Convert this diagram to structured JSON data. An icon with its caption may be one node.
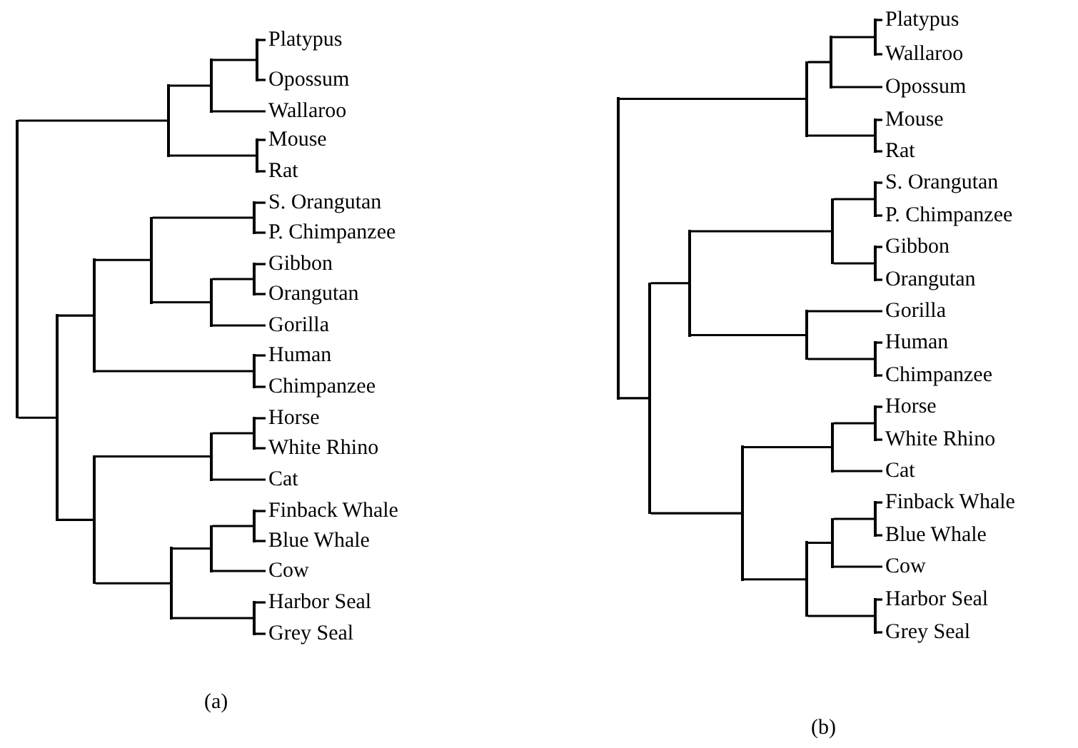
{
  "diagram": {
    "nodes": [
      {
        "text": [],
        "shape": "bar"
      },
      {
        "text": [],
        "shape": "bar"
      },
      {
        "text": [],
        "shape": "bar"
      },
      {
        "text": [],
        "shape": "bar"
      },
      {
        "text": [
          "Platypus"
        ]
      },
      {
        "text": [
          "Opossum"
        ]
      },
      {
        "text": [
          "Wallaroo"
        ]
      },
      {
        "text": [],
        "shape": "bar"
      },
      {
        "text": [
          "Mouse"
        ]
      },
      {
        "text": [
          "Rat"
        ]
      },
      {
        "text": [],
        "shape": "bar"
      },
      {
        "text": [],
        "shape": "bar"
      },
      {
        "text": [],
        "shape": "bar"
      },
      {
        "text": [],
        "shape": "bar"
      },
      {
        "text": [
          "S. Orangutan"
        ]
      },
      {
        "text": [
          "P. Chimpanzee"
        ]
      },
      {
        "text": [],
        "shape": "bar"
      },
      {
        "text": [],
        "shape": "bar"
      },
      {
        "text": [
          "Gibbon"
        ]
      },
      {
        "text": [
          "Orangutan"
        ]
      },
      {
        "text": [
          "Gorilla"
        ]
      },
      {
        "text": [],
        "shape": "bar"
      },
      {
        "text": [
          "Human"
        ]
      },
      {
        "text": [
          "Chimpanzee"
        ]
      },
      {
        "text": [],
        "shape": "bar"
      },
      {
        "text": [],
        "shape": "bar"
      },
      {
        "text": [],
        "shape": "bar"
      },
      {
        "text": [
          "Horse"
        ]
      },
      {
        "text": [
          "White Rhino"
        ]
      },
      {
        "text": [
          "Cat"
        ]
      },
      {
        "text": [],
        "shape": "bar"
      },
      {
        "text": [],
        "shape": "bar"
      },
      {
        "text": [],
        "shape": "bar"
      },
      {
        "text": [
          "Finback Whale"
        ]
      },
      {
        "text": [
          "Blue Whale"
        ]
      },
      {
        "text": [
          "Cow"
        ]
      },
      {
        "text": [],
        "shape": "bar"
      },
      {
        "text": [
          "Harbor Seal"
        ]
      },
      {
        "text": [
          "Grey Seal"
        ]
      },
      {
        "text": [],
        "shape": "bar"
      },
      {
        "text": [],
        "shape": "bar"
      },
      {
        "text": [],
        "shape": "bar"
      },
      {
        "text": [],
        "shape": "bar"
      },
      {
        "text": [
          "Platypus"
        ]
      },
      {
        "text": [
          "Wallaroo"
        ]
      },
      {
        "text": [
          "Opossum"
        ]
      },
      {
        "text": [],
        "shape": "bar"
      },
      {
        "text": [
          "Mouse"
        ]
      },
      {
        "text": [
          "Rat"
        ]
      },
      {
        "text": [],
        "shape": "bar"
      },
      {
        "text": [],
        "shape": "bar"
      },
      {
        "text": [],
        "shape": "bar"
      },
      {
        "text": [],
        "shape": "bar"
      },
      {
        "text": [
          "S. Orangutan"
        ]
      },
      {
        "text": [
          "P. Chimpanzee"
        ]
      },
      {
        "text": [],
        "shape": "bar"
      },
      {
        "text": [
          "Gibbon"
        ]
      },
      {
        "text": [
          "Orangutan"
        ]
      },
      {
        "text": [],
        "shape": "bar"
      },
      {
        "text": [
          "Gorilla"
        ]
      },
      {
        "text": [],
        "shape": "bar"
      },
      {
        "text": [
          "Human"
        ]
      },
      {
        "text": [
          "Chimpanzee"
        ]
      },
      {
        "text": [],
        "shape": "bar"
      },
      {
        "text": [],
        "shape": "bar"
      },
      {
        "text": [],
        "shape": "bar"
      },
      {
        "text": [
          "Horse"
        ]
      },
      {
        "text": [
          "White Rhino"
        ]
      },
      {
        "text": [
          "Cat"
        ]
      },
      {
        "text": [],
        "shape": "bar"
      },
      {
        "text": [],
        "shape": "bar"
      },
      {
        "text": [],
        "shape": "bar"
      },
      {
        "text": [
          "Finback Whale"
        ]
      },
      {
        "text": [
          "Blue Whale"
        ]
      },
      {
        "text": [
          "Cow"
        ]
      },
      {
        "text": [],
        "shape": "bar"
      },
      {
        "text": [
          "Harbor Seal"
        ]
      },
      {
        "text": [
          "Grey Seal"
        ]
      }
    ],
    "edges": [
      {
        "from": 0,
        "to": 1,
        "arrow": "none"
      },
      {
        "from": 0,
        "to": 10,
        "arrow": "none"
      },
      {
        "from": 1,
        "to": 2,
        "arrow": "none"
      },
      {
        "from": 1,
        "to": 7,
        "arrow": "none"
      },
      {
        "from": 2,
        "to": 3,
        "arrow": "none"
      },
      {
        "from": 2,
        "to": 6,
        "arrow": "none"
      },
      {
        "from": 3,
        "to": 4,
        "arrow": "none"
      },
      {
        "from": 3,
        "to": 5,
        "arrow": "none"
      },
      {
        "from": 7,
        "to": 8,
        "arrow": "none"
      },
      {
        "from": 7,
        "to": 9,
        "arrow": "none"
      },
      {
        "from": 10,
        "to": 11,
        "arrow": "none"
      },
      {
        "from": 10,
        "to": 24,
        "arrow": "none"
      },
      {
        "from": 11,
        "to": 12,
        "arrow": "none"
      },
      {
        "from": 11,
        "to": 21,
        "arrow": "none"
      },
      {
        "from": 12,
        "to": 13,
        "arrow": "none"
      },
      {
        "from": 12,
        "to": 16,
        "arrow": "none"
      },
      {
        "from": 13,
        "to": 14,
        "arrow": "none"
      },
      {
        "from": 13,
        "to": 15,
        "arrow": "none"
      },
      {
        "from": 16,
        "to": 17,
        "arrow": "none"
      },
      {
        "from": 16,
        "to": 20,
        "arrow": "none"
      },
      {
        "from": 17,
        "to": 18,
        "arrow": "none"
      },
      {
        "from": 17,
        "to": 19,
        "arrow": "none"
      },
      {
        "from": 21,
        "to": 22,
        "arrow": "none"
      },
      {
        "from": 21,
        "to": 23,
        "arrow": "none"
      },
      {
        "from": 24,
        "to": 25,
        "arrow": "none"
      },
      {
        "from": 24,
        "to": 30,
        "arrow": "none"
      },
      {
        "from": 25,
        "to": 26,
        "arrow": "none"
      },
      {
        "from": 25,
        "to": 29,
        "arrow": "none"
      },
      {
        "from": 26,
        "to": 27,
        "arrow": "none"
      },
      {
        "from": 26,
        "to": 28,
        "arrow": "none"
      },
      {
        "from": 30,
        "to": 31,
        "arrow": "none"
      },
      {
        "from": 30,
        "to": 36,
        "arrow": "none"
      },
      {
        "from": 31,
        "to": 32,
        "arrow": "none"
      },
      {
        "from": 31,
        "to": 35,
        "arrow": "none"
      },
      {
        "from": 32,
        "to": 33,
        "arrow": "none"
      },
      {
        "from": 32,
        "to": 34,
        "arrow": "none"
      },
      {
        "from": 36,
        "to": 37,
        "arrow": "none"
      },
      {
        "from": 36,
        "to": 38,
        "arrow": "none"
      },
      {
        "from": 39,
        "to": 40,
        "arrow": "none"
      },
      {
        "from": 39,
        "to": 49,
        "arrow": "none"
      },
      {
        "from": 40,
        "to": 41,
        "arrow": "none"
      },
      {
        "from": 40,
        "to": 46,
        "arrow": "none"
      },
      {
        "from": 41,
        "to": 42,
        "arrow": "none"
      },
      {
        "from": 41,
        "to": 45,
        "arrow": "none"
      },
      {
        "from": 42,
        "to": 43,
        "arrow": "none"
      },
      {
        "from": 42,
        "to": 44,
        "arrow": "none"
      },
      {
        "from": 46,
        "to": 47,
        "arrow": "none"
      },
      {
        "from": 46,
        "to": 48,
        "arrow": "none"
      },
      {
        "from": 49,
        "to": 50,
        "arrow": "none"
      },
      {
        "from": 49,
        "to": 63,
        "arrow": "none"
      },
      {
        "from": 50,
        "to": 51,
        "arrow": "none"
      },
      {
        "from": 50,
        "to": 58,
        "arrow": "none"
      },
      {
        "from": 51,
        "to": 52,
        "arrow": "none"
      },
      {
        "from": 51,
        "to": 55,
        "arrow": "none"
      },
      {
        "from": 52,
        "to": 53,
        "arrow": "none"
      },
      {
        "from": 52,
        "to": 54,
        "arrow": "none"
      },
      {
        "from": 55,
        "to": 56,
        "arrow": "none"
      },
      {
        "from": 55,
        "to": 57,
        "arrow": "none"
      },
      {
        "from": 58,
        "to": 59,
        "arrow": "none"
      },
      {
        "from": 58,
        "to": 60,
        "arrow": "none"
      },
      {
        "from": 60,
        "to": 61,
        "arrow": "none"
      },
      {
        "from": 60,
        "to": 62,
        "arrow": "none"
      },
      {
        "from": 63,
        "to": 64,
        "arrow": "none"
      },
      {
        "from": 63,
        "to": 69,
        "arrow": "none"
      },
      {
        "from": 64,
        "to": 65,
        "arrow": "none"
      },
      {
        "from": 64,
        "to": 68,
        "arrow": "none"
      },
      {
        "from": 65,
        "to": 66,
        "arrow": "none"
      },
      {
        "from": 65,
        "to": 67,
        "arrow": "none"
      },
      {
        "from": 69,
        "to": 70,
        "arrow": "none"
      },
      {
        "from": 69,
        "to": 75,
        "arrow": "none"
      },
      {
        "from": 70,
        "to": 71,
        "arrow": "none"
      },
      {
        "from": 70,
        "to": 74,
        "arrow": "none"
      },
      {
        "from": 71,
        "to": 72,
        "arrow": "none"
      },
      {
        "from": 71,
        "to": 73,
        "arrow": "none"
      },
      {
        "from": 75,
        "to": 76,
        "arrow": "none"
      },
      {
        "from": 75,
        "to": 77,
        "arrow": "none"
      }
    ],
    "labels": [
      "(a)",
      "(b)"
    ]
  }
}
